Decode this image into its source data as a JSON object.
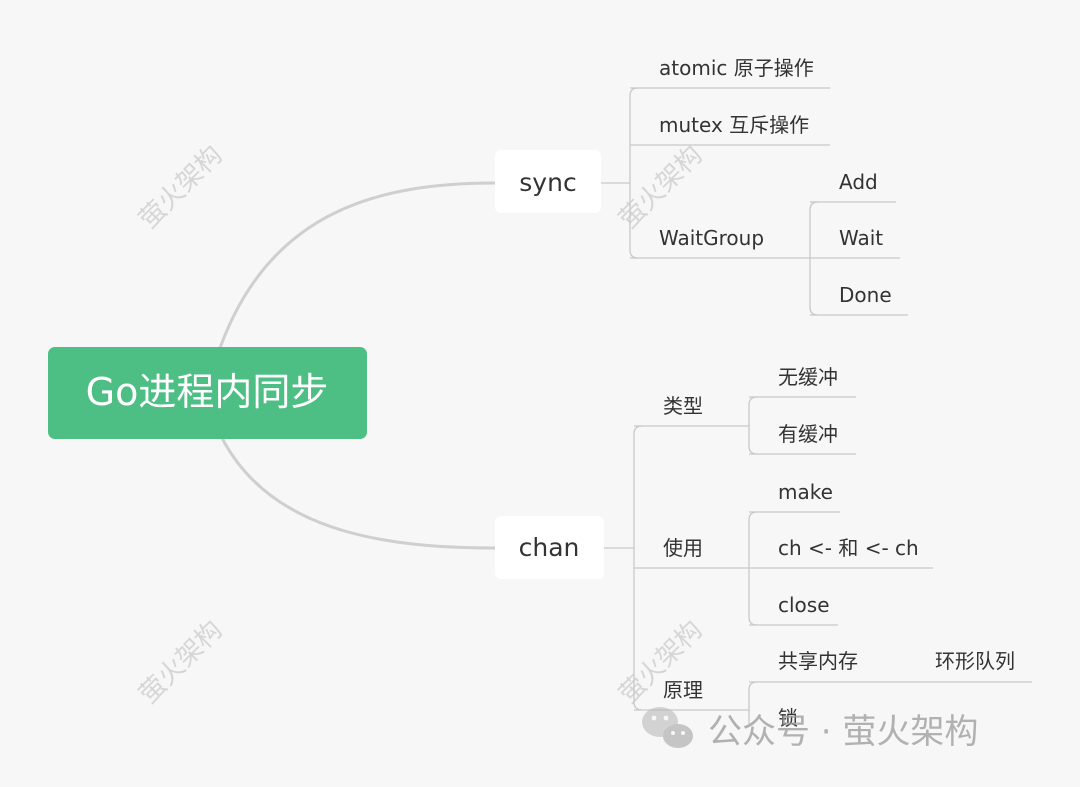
{
  "root": {
    "label": "Go进程内同步",
    "color": "#4dbf85"
  },
  "sync": {
    "label": "sync",
    "children": {
      "atomic": "atomic 原子操作",
      "mutex": "mutex 互斥操作",
      "waitgroup": {
        "label": "WaitGroup",
        "children": {
          "add": "Add",
          "wait": "Wait",
          "done": "Done"
        }
      }
    }
  },
  "chan": {
    "label": "chan",
    "children": {
      "type": {
        "label": "类型",
        "children": {
          "unbuffered": "无缓冲",
          "buffered": "有缓冲"
        }
      },
      "usage": {
        "label": "使用",
        "children": {
          "make": "make",
          "send_recv": "ch <- 和 <- ch",
          "close": "close"
        }
      },
      "principle": {
        "label": "原理",
        "children": {
          "shared_memory": "共享内存",
          "ring_queue": "环形队列",
          "lock": "锁"
        }
      }
    }
  },
  "watermark": {
    "text": "萤火架构",
    "footer": "公众号 · 萤火架构"
  }
}
